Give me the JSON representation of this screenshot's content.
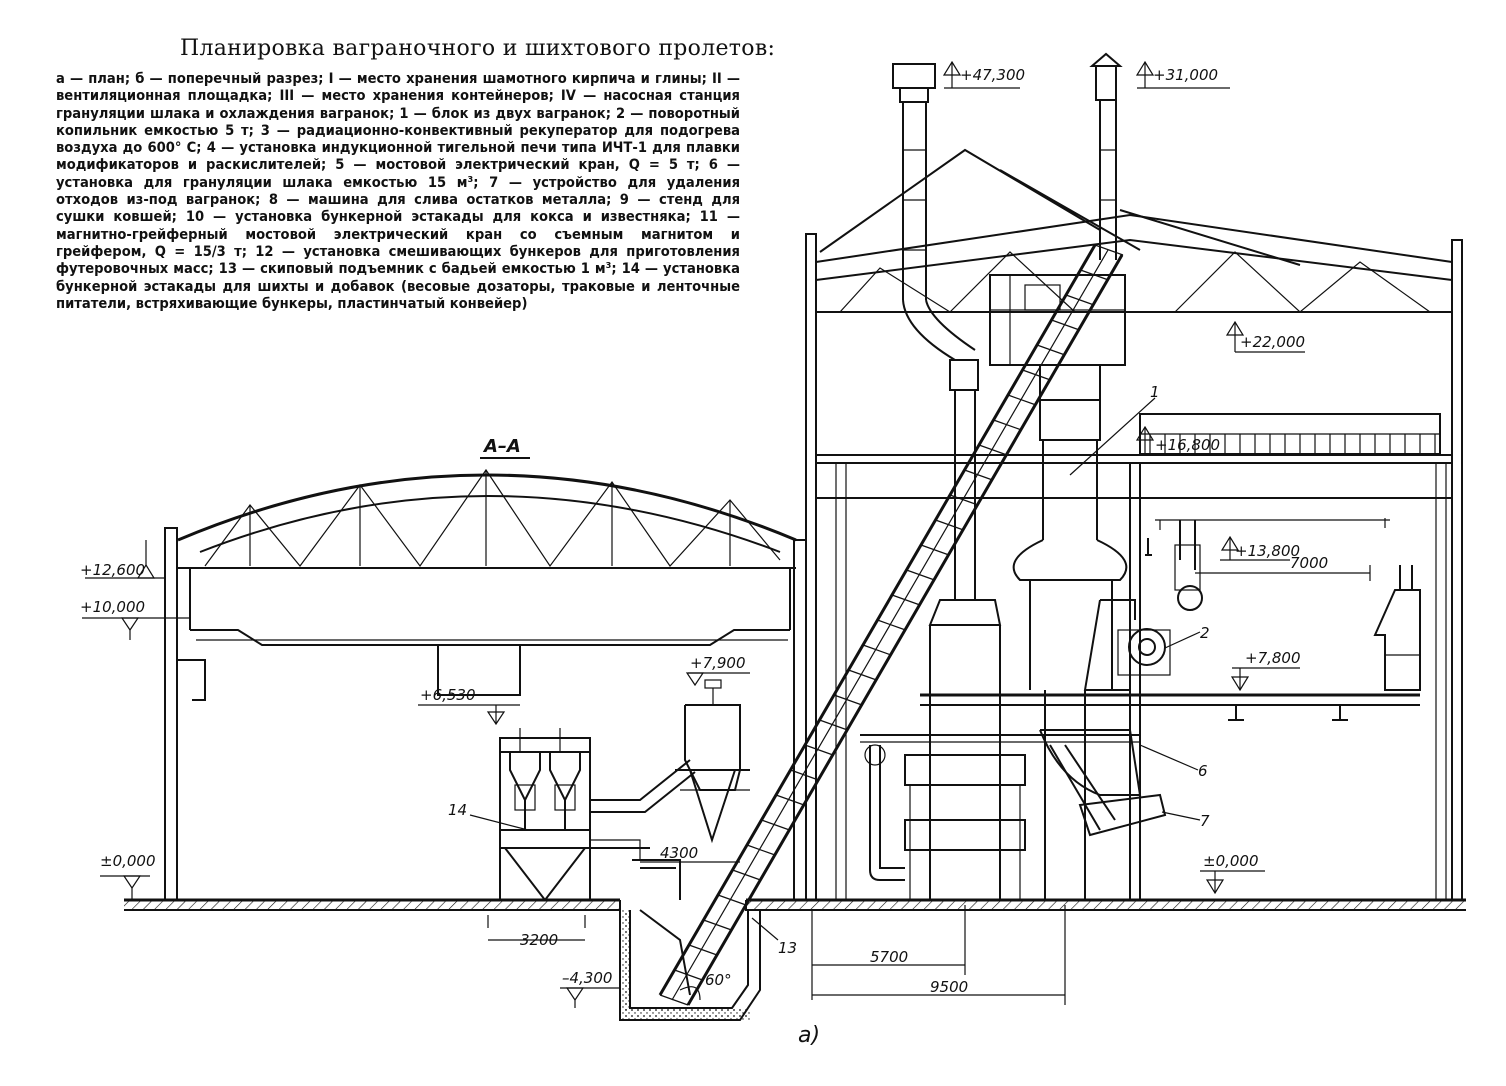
{
  "caption": {
    "title": "Планировка ваграночного и шихтового пролетов:",
    "body": "а — план; б — поперечный разрез; I — место хранения шамотного кирпича и глины; II — вентиляционная площадка; III — место хранения контейнеров; IV — насосная станция грануляции шлака и охлаждения вагранок; 1 — блок из двух вагранок; 2 — поворотный копильник емкостью 5 т; 3 — радиационно-конвективный рекуператор для подогрева воздуха до 600° С; 4 — установка индукционной тигельной печи типа ИЧТ-1 для плавки модификаторов и раскислителей; 5 — мостовой электрический кран, Q = 5 т; 6 — установка для грануляции шлака емкостью 15 м³; 7 — устройство для удаления отходов из-под вагранок; 8 — машина для слива остатков металла; 9 — стенд для сушки ковшей; 10 — установка бункерной эстакады для кокса и известняка; 11 — магнитно-грейферный мостовой электрический кран со съемным магнитом и грейфером, Q = 15/3 т; 12 — установка смешивающих бункеров для приготовления футеровочных масс; 13 — скиповый подъемник с бадьей емкостью 1 м³; 14 — установка бункерной эстакады для шихты и добавок (весовые дозаторы, траковые и ленточные питатели, встряхивающие бункеры, пластинчатый конвейер)"
  },
  "section_label": "А–А",
  "figure_label": "а)",
  "elevations": {
    "left_roof": "+12,600",
    "left_crane": "+10,000",
    "hopper_bottom": "+6,530",
    "mixer_top": "+7,900",
    "left_floor": "±0,000",
    "pit_bottom": "–4,300",
    "chimney_1": "+47,300",
    "chimney_2": "+31,000",
    "right_roof": "+22,000",
    "right_crane": "+16,800",
    "crane_hook": "+13,800",
    "platform": "+7,800",
    "right_floor": "±0,000"
  },
  "dimensions": {
    "pit_width": "3200",
    "skip_offset": "4300",
    "span_a": "5700",
    "span_b": "9500",
    "hook_reach": "7000",
    "skip_angle": "60°"
  },
  "callouts": {
    "c1": "1",
    "c2": "2",
    "c6": "6",
    "c7": "7",
    "c13": "13",
    "c14": "14"
  }
}
